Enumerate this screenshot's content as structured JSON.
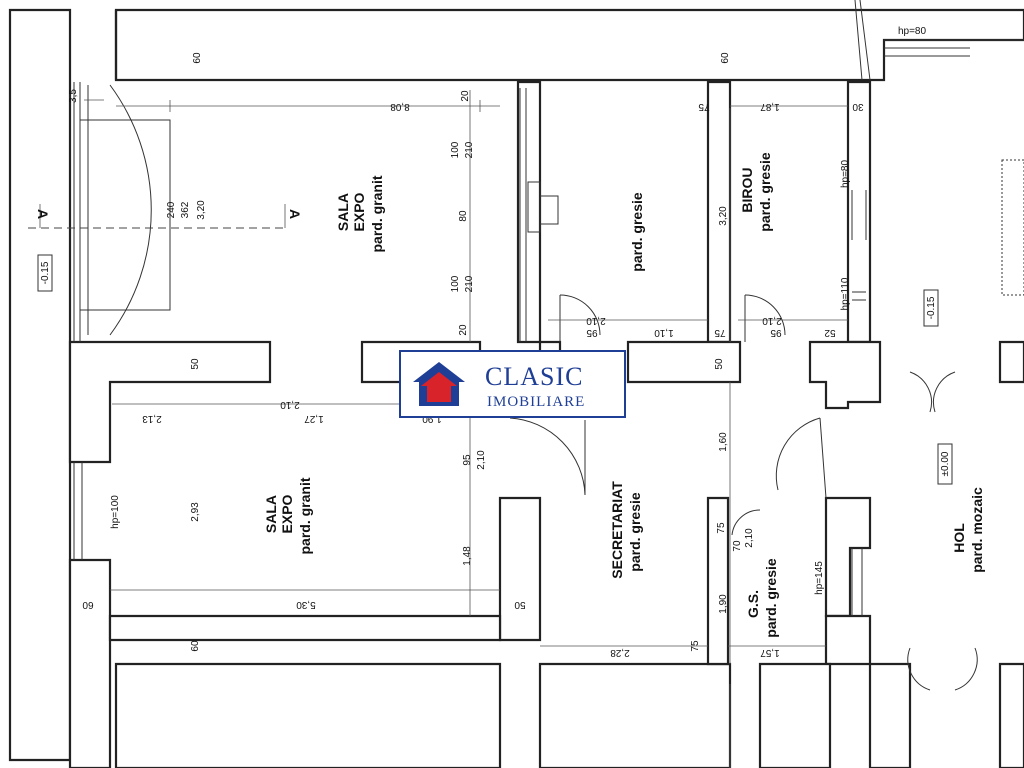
{
  "rooms": {
    "sala1_a": "SALA",
    "sala1_b": "EXPO",
    "sala1_c": "pard. granit",
    "sala2_a": "SALA",
    "sala2_b": "EXPO",
    "sala2_c": "pard. granit",
    "gresie1": "pard. gresie",
    "birou_a": "BIROU",
    "birou_b": "pard. gresie",
    "secret_a": "SECRETARIAT",
    "secret_b": "pard. gresie",
    "gs_a": "G.S.",
    "gs_b": "pard. gresie",
    "hol_a": "HOL",
    "hol_b": "pard. mozaic"
  },
  "levels": {
    "left": "-0.15",
    "right": "-0.15",
    "hol": "±0.00"
  },
  "section": {
    "a1": "A",
    "a2": "A"
  },
  "dimensions": {
    "d60_top": "60",
    "d60_top2": "60",
    "d60_s1": "60",
    "d60_s2": "60",
    "d808": "8,08",
    "d20a": "20",
    "d187": "1,87",
    "d75a": "75",
    "d30a": "30",
    "d100a": "100",
    "d210a": "210",
    "d80": "80",
    "d100b": "100",
    "d210b": "210",
    "d20b": "20",
    "d320a": "3,20",
    "d320b": "3,20",
    "d362": "362",
    "d240": "240",
    "d35": "3,5",
    "d50a": "50",
    "d50b": "50",
    "d50c": "50",
    "d210c": "2,10",
    "d95a": "95",
    "d110": "1,10",
    "d75b": "75",
    "d210d": "2,10",
    "d95b": "95",
    "d52": "52",
    "d75c": "75",
    "d213": "2,13",
    "d127": "1,27",
    "d210e": "2,10",
    "d190a": "1,90",
    "d293": "2,93",
    "d95c": "95",
    "d210f": "2,10",
    "d148": "1,48",
    "d160": "1,60",
    "d530": "5,30",
    "d228": "2,28",
    "d157": "1,57",
    "d190b": "1,90",
    "d210g": "2,10",
    "d70": "70",
    "d75d": "75"
  },
  "hp": {
    "hp80a": "hp=80",
    "hp80b": "hp=80",
    "hp110": "hp=110",
    "hp100": "hp=100",
    "hp145": "hp=145"
  },
  "logo": {
    "name": "CLASIC",
    "sub": "IMOBILIARE",
    "blue": "#1f3f96",
    "red": "#d8232a"
  }
}
